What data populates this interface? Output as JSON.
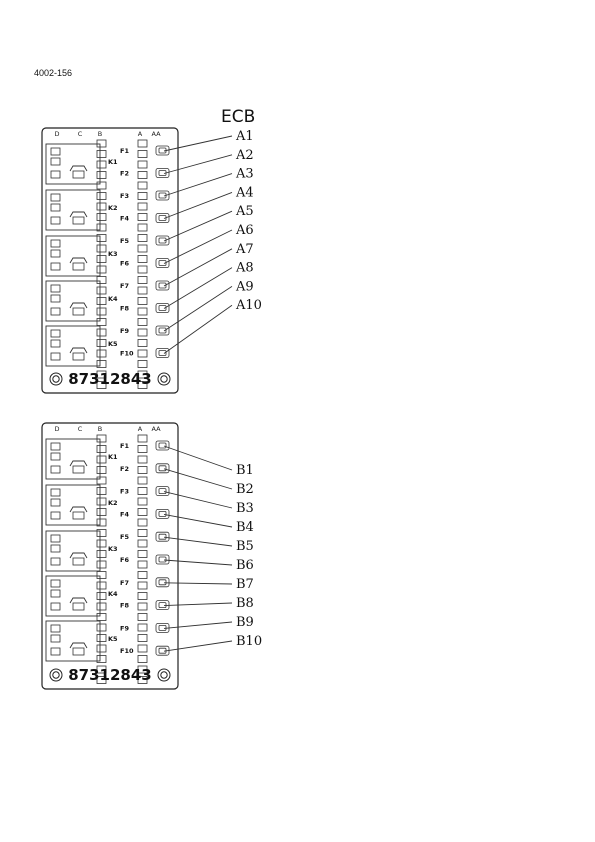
{
  "figure_code": "4002-156",
  "top_diagram": {
    "header": "ECB",
    "columns": [
      "D",
      "C",
      "B",
      "A",
      "AA"
    ],
    "fuses": [
      "F1",
      "F2",
      "F3",
      "F4",
      "F5",
      "F6",
      "F7",
      "F8",
      "F9",
      "F10"
    ],
    "relays": [
      "K1",
      "K2",
      "K3",
      "K4",
      "K5"
    ],
    "part_number": "87312843",
    "callouts": [
      "A1",
      "A2",
      "A3",
      "A4",
      "A5",
      "A6",
      "A7",
      "A8",
      "A9",
      "A10"
    ]
  },
  "bottom_diagram": {
    "columns": [
      "D",
      "C",
      "B",
      "A",
      "AA"
    ],
    "fuses": [
      "F1",
      "F2",
      "F3",
      "F4",
      "F5",
      "F6",
      "F7",
      "F8",
      "F9",
      "F10"
    ],
    "relays": [
      "K1",
      "K2",
      "K3",
      "K4",
      "K5"
    ],
    "part_number": "87312843",
    "callouts": [
      "B1",
      "B2",
      "B3",
      "B4",
      "B5",
      "B6",
      "B7",
      "B8",
      "B9",
      "B10"
    ]
  }
}
